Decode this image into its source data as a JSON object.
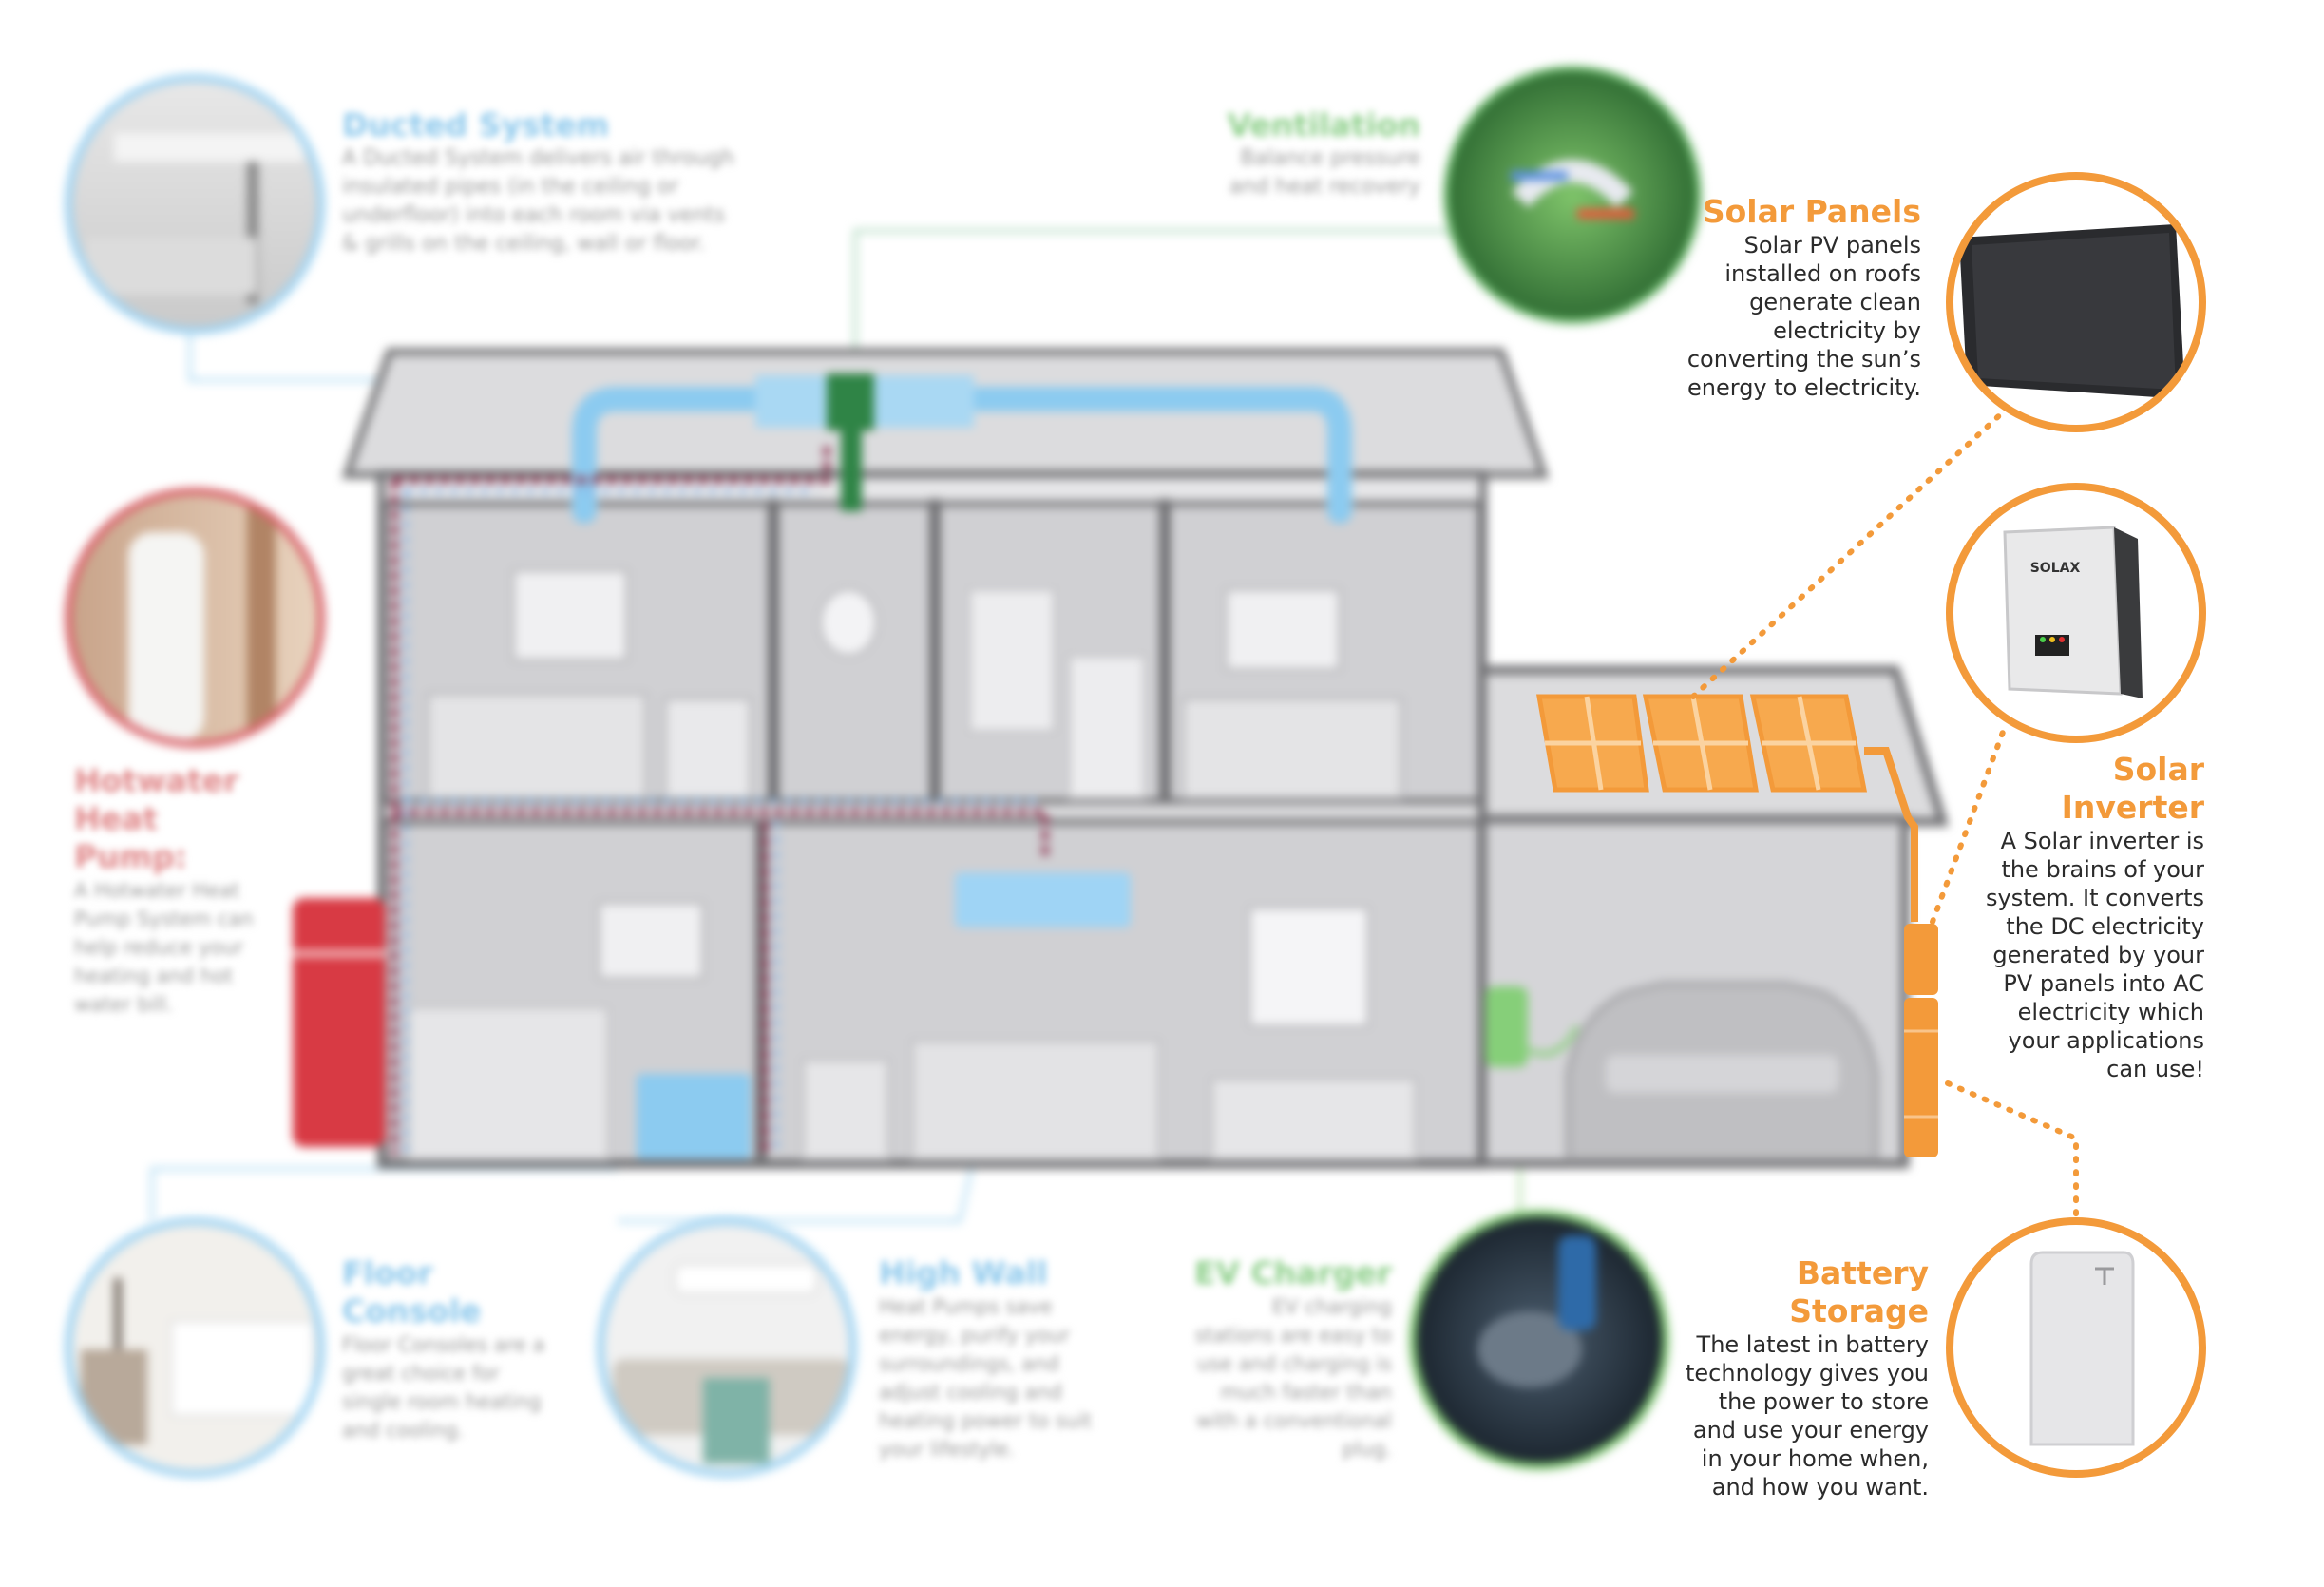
{
  "colors": {
    "accent_orange": "#f39a3a",
    "duct_blue": "#8ccbf0",
    "ventilation_green": "#3b8d4a",
    "heat_pump_red": "#d83a44",
    "ev_green": "#7cc36f",
    "house_grey": "#d4d4d6"
  },
  "labels": {
    "ducted_system": {
      "title": "Ducted System",
      "description": "A Ducted System delivers air through insulated pipes (in the ceiling or underfloor) into each room via vents & grills on the ceiling, wall or floor."
    },
    "ventilation": {
      "title": "Ventilation",
      "description": "Balance pressure and heat recovery"
    },
    "solar_panels": {
      "title": "Solar Panels",
      "lines": [
        "Solar PV panels",
        "installed on roofs",
        "generate clean",
        "electricity by",
        "converting the sun’s",
        "energy to electricity."
      ]
    },
    "hotwater": {
      "title_line1": "Hotwater",
      "title_line2": "Heat Pump:",
      "description": "A Hotwater Heat Pump System can help reduce your heating and hot water bill."
    },
    "solar_inverter": {
      "title_line1": "Solar",
      "title_line2": "Inverter",
      "lines": [
        "A Solar inverter is",
        "the brains of your",
        "system. It converts",
        "the DC electricity",
        "generated by your",
        "PV panels into AC",
        "electricity which",
        "your applications",
        "can use!"
      ],
      "device_brand": "SOLAX"
    },
    "floor_console": {
      "title_line1": "Floor",
      "title_line2": "Console",
      "description": "Floor Consoles are a great choice for single room heating and cooling."
    },
    "high_wall": {
      "title": "High Wall",
      "description": "Heat Pumps save energy, purify your surroundings, and adjust cooling and heating power to suit your lifestyle."
    },
    "ev_charger": {
      "title": "EV Charger",
      "description": "EV charging stations are easy to use and charging is much faster than with a conventional plug."
    },
    "battery_storage": {
      "title_line1": "Battery",
      "title_line2": "Storage",
      "lines": [
        "The latest in battery",
        "technology gives you",
        "the power to store",
        "and use your energy",
        "in your home when,",
        "and how you want."
      ]
    }
  }
}
